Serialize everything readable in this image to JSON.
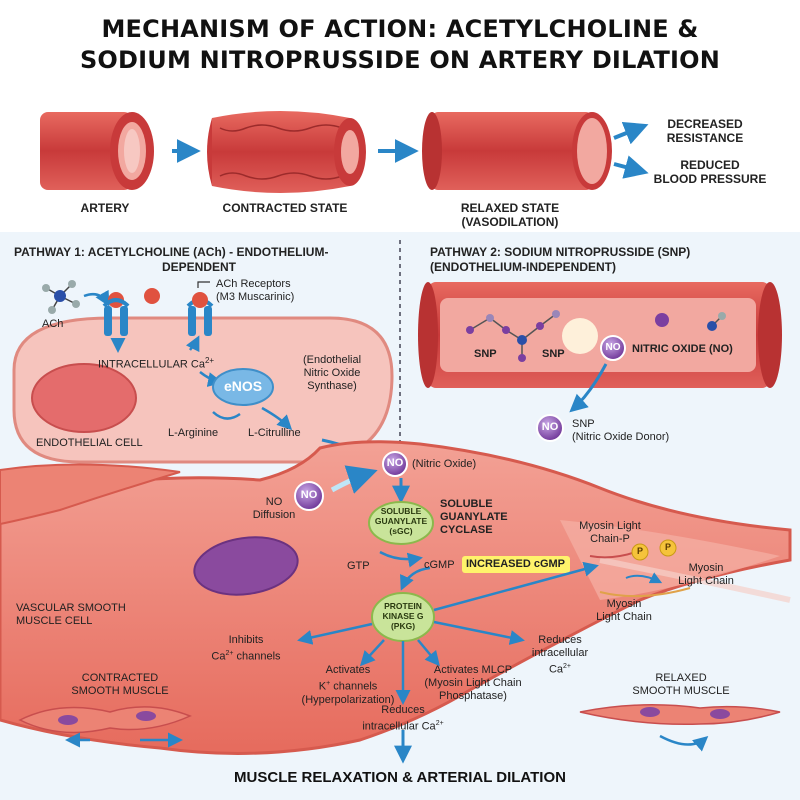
{
  "title": {
    "line1": "MECHANISM OF ACTION: ACETYLCHOLINE &",
    "line2": "SODIUM NITROPRUSSIDE ON ARTERY DILATION"
  },
  "top_row": {
    "artery": "ARTERY",
    "contracted": "CONTRACTED STATE",
    "relaxed_1": "RELAXED STATE",
    "relaxed_2": "(VASODILATION)",
    "out1_1": "DECREASED",
    "out1_2": "RESISTANCE",
    "out2_1": "REDUCED",
    "out2_2": "BLOOD PRESSURE"
  },
  "pathway1": {
    "title_1": "PATHWAY 1: ACETYLCHOLINE (ACh) - ENDOTHELIUM-",
    "title_2": "DEPENDENT",
    "ach": "ACh",
    "receptors_1": "ACh Receptors",
    "receptors_2": "(M3 Muscarinic)",
    "ca": "INTRACELLULAR Ca",
    "ca_sup": "2+",
    "enos": "eNOS",
    "enos_desc_1": "(Endothelial",
    "enos_desc_2": "Nitric Oxide",
    "enos_desc_3": "Synthase)",
    "arginine": "L-Arginine",
    "citrulline": "L-Citrulline",
    "endo_cell": "ENDOTHELIAL CELL"
  },
  "pathway2": {
    "title_1": "PATHWAY 2: SODIUM NITROPRUSSIDE (SNP)",
    "title_2": "(ENDOTHELIUM-INDEPENDENT)",
    "snp_a": "SNP",
    "snp_b": "SNP",
    "no": "NO",
    "nitric_oxide": "NITRIC OXIDE (NO)",
    "donor_no": "NO",
    "donor_1": "SNP",
    "donor_2": "(Nitric Oxide Donor)"
  },
  "smooth": {
    "no": "NO",
    "no_label": "(Nitric Oxide)",
    "diff_no": "NO",
    "diff_1": "NO",
    "diff_2": "Diffusion",
    "sgc_1": "SOLUBLE",
    "sgc_2": "GUANYLATE",
    "sgc_3": "(sGC)",
    "sgc_side_1": "SOLUBLE",
    "sgc_side_2": "GUANYLATE",
    "sgc_side_3": "CYCLASE",
    "gtp": "GTP",
    "cgmp": "cGMP",
    "increased": "INCREASED cGMP",
    "pkg_1": "PROTEIN",
    "pkg_2": "KINASE G",
    "pkg_3": "(PKG)",
    "mlcp_1": "Myosin Light",
    "mlcp_2": "Chain-P",
    "p": "P",
    "mlc_1": "Myosin",
    "mlc_2": "Light Chain",
    "mlc2_1": "Myosin",
    "mlc2_2": "Light Chain",
    "vsmc_1": "VASCULAR SMOOTH",
    "vsmc_2": "MUSCLE CELL",
    "inhib_1": "Inhibits",
    "inhib_2": "Ca",
    "inhib_2b": " channels",
    "kch_1": "Activates",
    "kch_2": "K",
    "kch_2b": " channels",
    "kch_3": "(Hyperpolarization)",
    "act_1": "Activates MLCP",
    "act_2": "(Myosin Light Chain",
    "act_3": "Phosphatase)",
    "red_1": "Reduces",
    "red_2": "intracellular",
    "red_3": "Ca",
    "red2_1": "Reduces",
    "red2_2": "intracellular Ca",
    "contracted_1": "CONTRACTED",
    "contracted_2": "SMOOTH MUSCLE",
    "relaxed_1": "RELAXED",
    "relaxed_2": "SMOOTH MUSCLE",
    "sup2": "2+",
    "supplus": "+"
  },
  "bottom": "MUSCLE RELAXATION & ARTERIAL DILATION",
  "colors": {
    "artery": "#d84a4a",
    "artery_inner": "#f2a8a0",
    "blue_arrow": "#2a86c7",
    "no_purple": "#7b3fa0",
    "cell_pink": "#f6c4bd",
    "node_green": "#c9e49a",
    "enos_blue": "#79b8e6",
    "highlight": "#fff36b",
    "bg_blue": "#eef5fb"
  }
}
